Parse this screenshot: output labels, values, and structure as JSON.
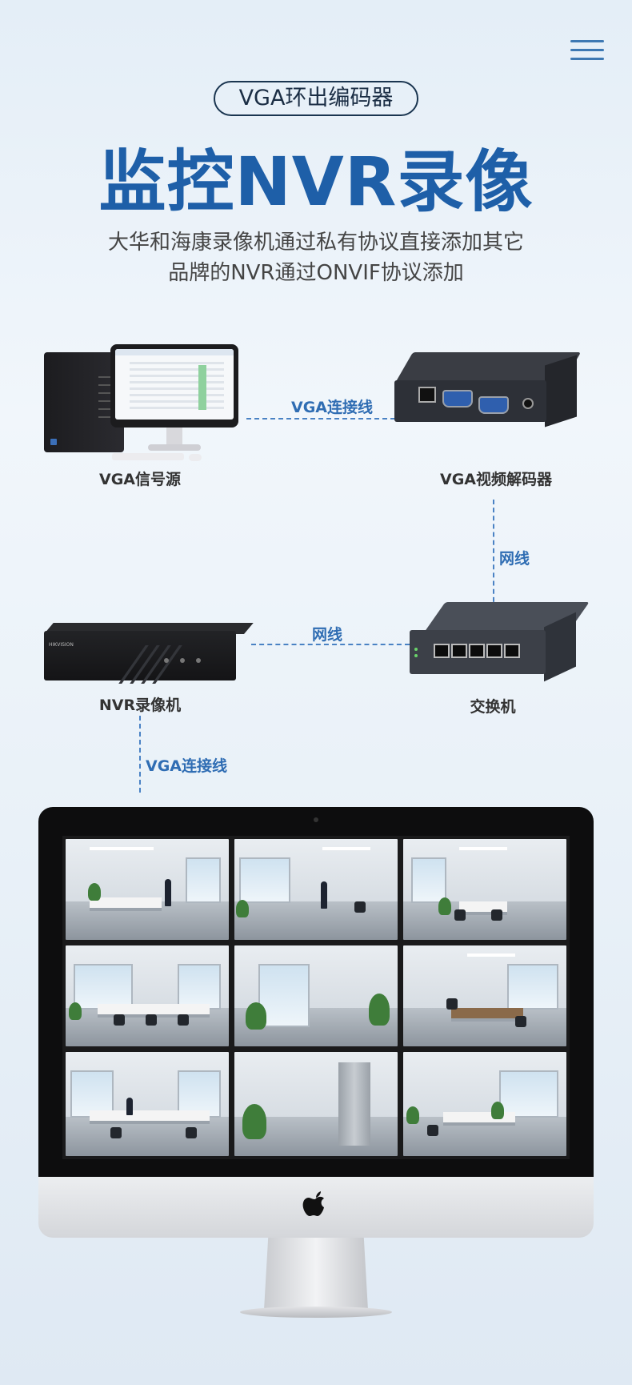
{
  "header": {
    "menu_icon": "hamburger-menu-icon"
  },
  "hero": {
    "badge": "VGA环出编码器",
    "title": "监控NVR录像",
    "subtitle_line1": "大华和海康录像机通过私有协议直接添加其它",
    "subtitle_line2": "品牌的NVR通过ONVIF协议添加"
  },
  "diagram": {
    "devices": {
      "vga_source": "VGA信号源",
      "vga_decoder": "VGA视频解码器",
      "switch": "交换机",
      "nvr": "NVR录像机"
    },
    "connections": {
      "source_to_decoder": "VGA连接线",
      "decoder_to_switch": "网线",
      "switch_to_nvr": "网线",
      "nvr_to_monitor": "VGA连接线"
    }
  },
  "monitor": {
    "feeds_count": 9,
    "logo_icon": "apple-logo-icon"
  },
  "colors": {
    "accent": "#1e5fa8",
    "connector": "#2f6db3"
  }
}
